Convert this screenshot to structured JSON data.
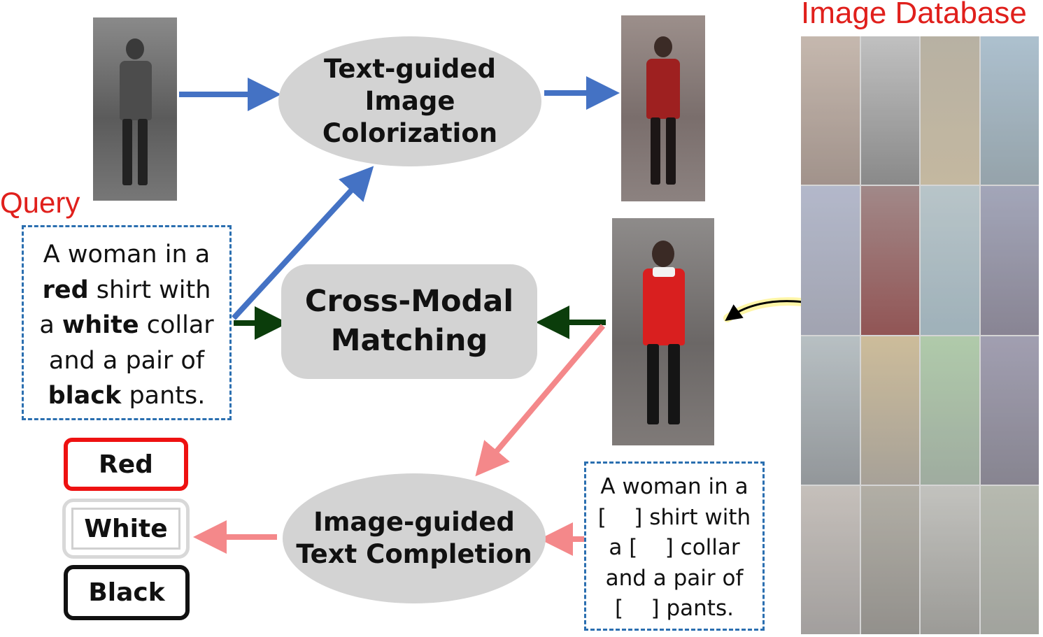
{
  "labels": {
    "query": "Query",
    "image_database": "Image Database"
  },
  "nodes": {
    "colorization": [
      "Text-guided",
      "Image Colorization"
    ],
    "matching": [
      "Cross-Modal",
      "Matching"
    ],
    "completion": [
      "Image-guided",
      "Text Completion"
    ]
  },
  "query_text": {
    "line1": "A woman in a",
    "line2_bold": "red",
    "line2_rest": " shirt with",
    "line3_pre": "a ",
    "line3_bold": "white",
    "line3_rest": " collar",
    "line4": "and a pair of",
    "line5_bold": "black",
    "line5_rest": " pants."
  },
  "masked_text": {
    "line1": "A woman in a",
    "line2": "[    ] shirt with",
    "line3": "a [    ] collar",
    "line4": "and a pair of",
    "line5": "[    ] pants."
  },
  "answers": {
    "red": "Red",
    "white": "White",
    "black": "Black"
  },
  "colors": {
    "blue_arrow": "#4472c4",
    "green_arrow": "#0b3d0b",
    "pink_arrow": "#f4888a",
    "red_title": "#e0201c",
    "dashed_border": "#2b6fb0",
    "node_fill": "#d3d3d3"
  }
}
